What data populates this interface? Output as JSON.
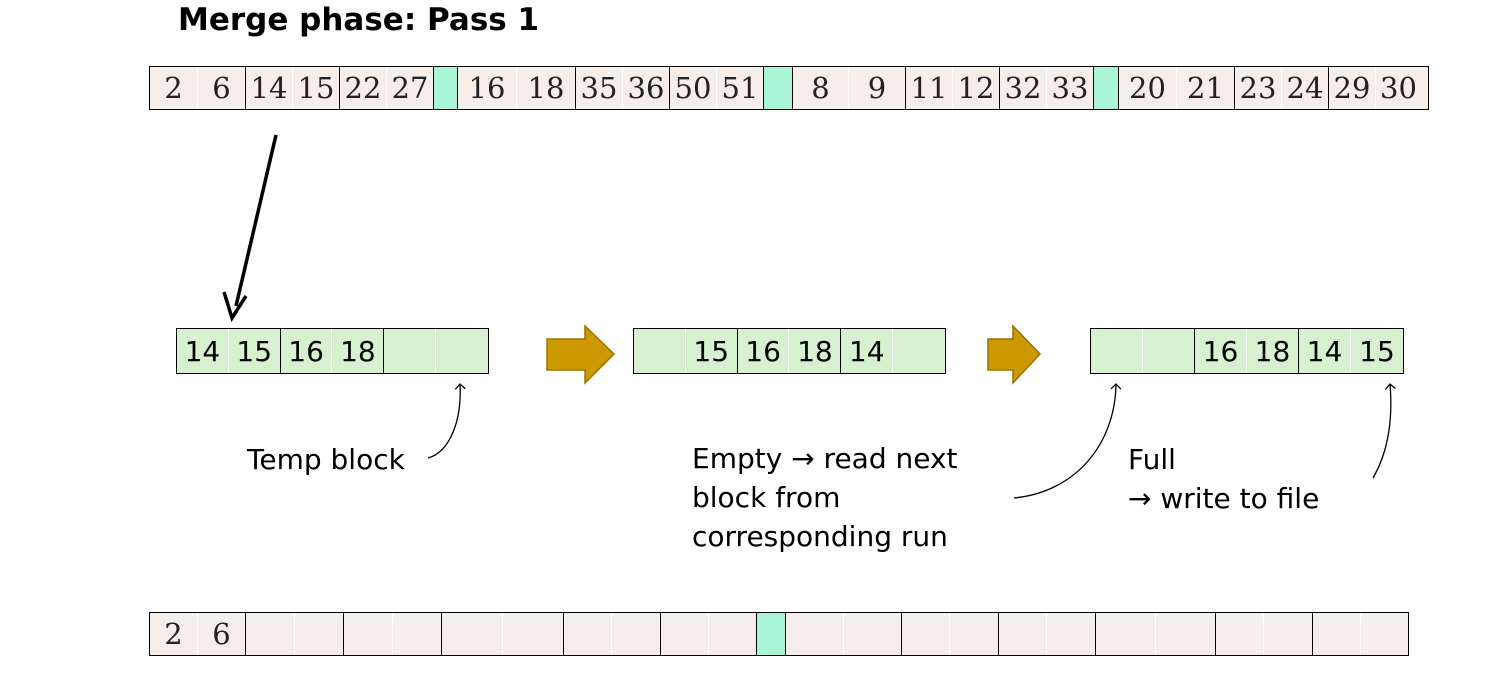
{
  "title": "Merge phase: Pass 1",
  "input_file": {
    "runs": [
      [
        "2",
        "6",
        "14",
        "15",
        "22",
        "27"
      ],
      [
        "16",
        "18",
        "35",
        "36",
        "50",
        "51"
      ],
      [
        "8",
        "9",
        "11",
        "12",
        "32",
        "33"
      ],
      [
        "20",
        "21",
        "23",
        "24",
        "29",
        "30"
      ]
    ]
  },
  "buffers": {
    "first": [
      "14",
      "15",
      "16",
      "18",
      "",
      ""
    ],
    "second": [
      "",
      "15",
      "16",
      "18",
      "14",
      ""
    ],
    "third": [
      "",
      "",
      "16",
      "18",
      "14",
      "15"
    ]
  },
  "output_file": {
    "runs": [
      [
        "2",
        "6",
        "",
        "",
        "",
        "",
        "",
        "",
        "",
        "",
        "",
        ""
      ],
      [
        "",
        "",
        "",
        "",
        "",
        "",
        "",
        "",
        "",
        "",
        "",
        ""
      ]
    ]
  },
  "annotations": {
    "temp_block": "Temp block",
    "empty_read_next": "Empty → read next\nblock from\ncorresponding run",
    "full_write": "Full\n→ write to file"
  },
  "colors": {
    "file_cell": "#f6eee8",
    "run_marker": "#a9f5d4",
    "buffer_cell": "#d7f0cf",
    "flow_arrow": "#cc9900"
  }
}
